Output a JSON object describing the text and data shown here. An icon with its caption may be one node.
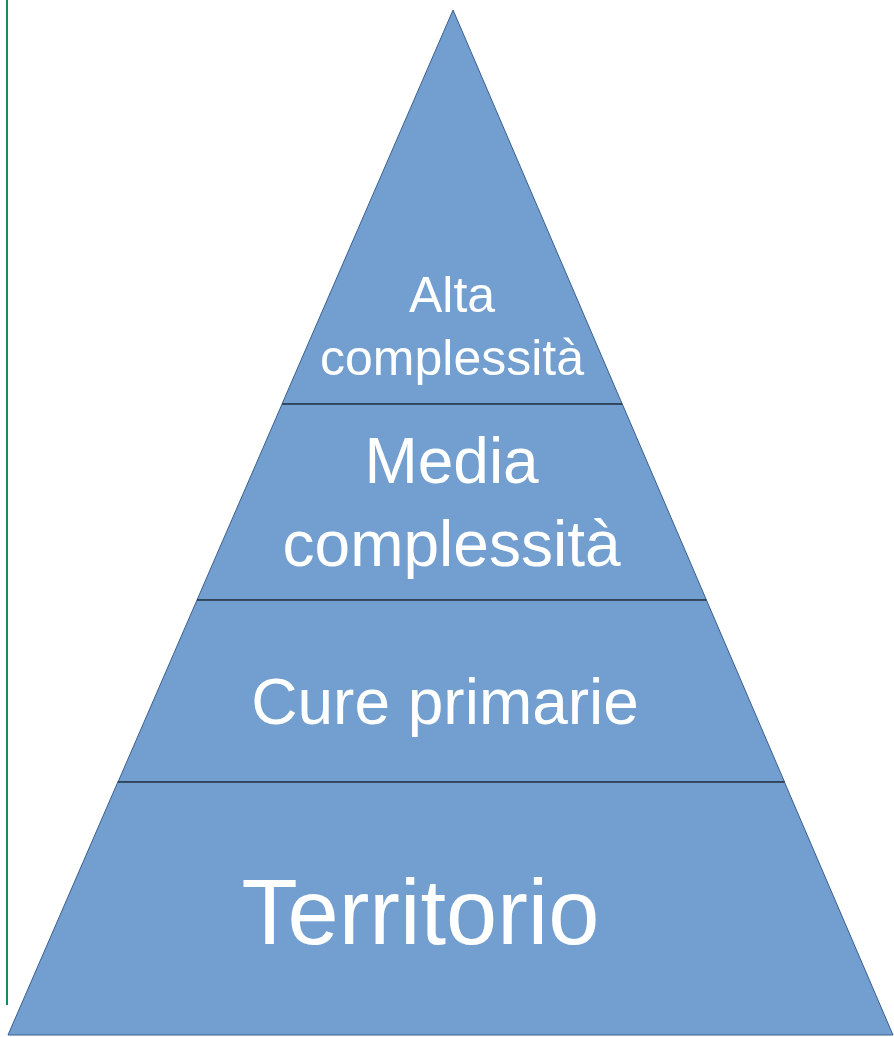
{
  "diagram": {
    "nodes": [
      {
        "text": [
          "Alta complessità"
        ]
      },
      {
        "text": [
          "Media complessità"
        ]
      },
      {
        "text": [
          "Cure primarie"
        ]
      },
      {
        "text": [
          "Territorio"
        ]
      }
    ]
  }
}
